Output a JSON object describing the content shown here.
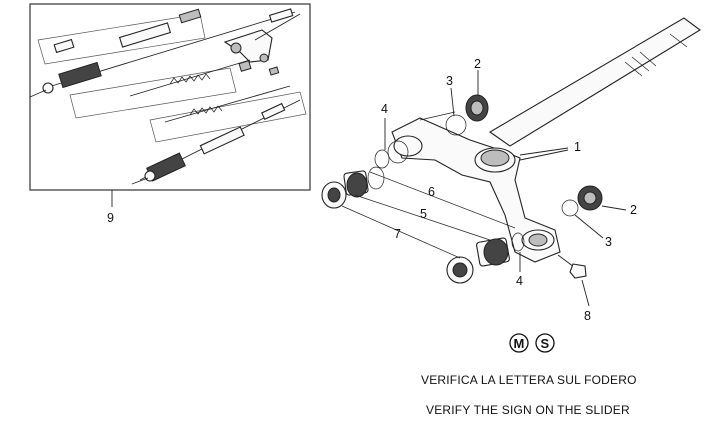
{
  "callouts": {
    "c1": "1",
    "c2_top": "2",
    "c2_right": "2",
    "c3_top": "3",
    "c3_right": "3",
    "c4_top": "4",
    "c4_bottom": "4",
    "c5": "5",
    "c6": "6",
    "c7": "7",
    "c8": "8",
    "c9": "9"
  },
  "badges": {
    "m": "M",
    "s": "S"
  },
  "captions": {
    "italian": "VERIFICA LA LETTERA SUL FODERO",
    "english": "VERIFY THE SIGN ON THE SLIDER"
  }
}
